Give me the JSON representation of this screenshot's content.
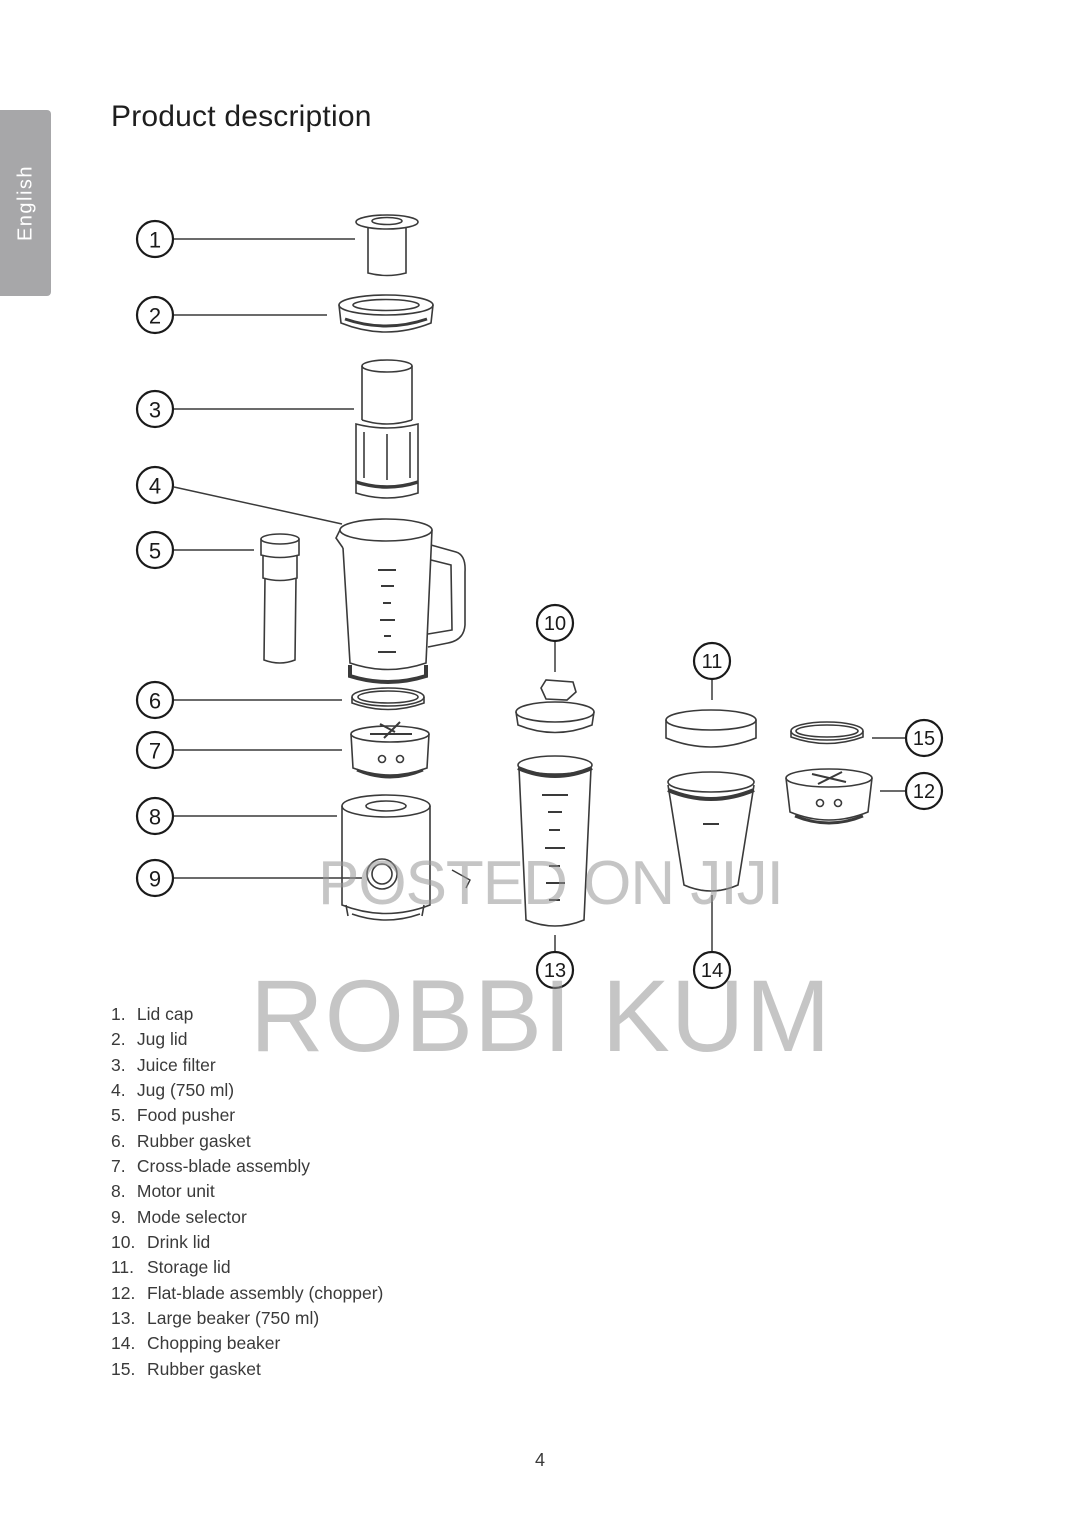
{
  "side_tab": {
    "label": "English"
  },
  "title": "Product description",
  "callouts": [
    "1",
    "2",
    "3",
    "4",
    "5",
    "6",
    "7",
    "8",
    "9",
    "10",
    "11",
    "12",
    "13",
    "14",
    "15"
  ],
  "parts": [
    {
      "num": "1.",
      "name": "Lid cap"
    },
    {
      "num": "2.",
      "name": "Jug lid"
    },
    {
      "num": "3.",
      "name": "Juice filter"
    },
    {
      "num": "4.",
      "name": "Jug (750 ml)"
    },
    {
      "num": "5.",
      "name": "Food pusher"
    },
    {
      "num": "6.",
      "name": "Rubber gasket"
    },
    {
      "num": "7.",
      "name": "Cross-blade assembly"
    },
    {
      "num": "8.",
      "name": "Motor unit"
    },
    {
      "num": "9.",
      "name": "Mode selector"
    },
    {
      "num": "10.",
      "name": "Drink lid"
    },
    {
      "num": "11.",
      "name": "Storage lid"
    },
    {
      "num": "12.",
      "name": "Flat-blade assembly (chopper)"
    },
    {
      "num": "13.",
      "name": "Large beaker (750 ml)"
    },
    {
      "num": "14.",
      "name": "Chopping beaker"
    },
    {
      "num": "15.",
      "name": "Rubber gasket"
    }
  ],
  "watermarks": {
    "top": "POSTED ON JIJI",
    "main": "ROBBI KUM"
  },
  "page_number": "4"
}
